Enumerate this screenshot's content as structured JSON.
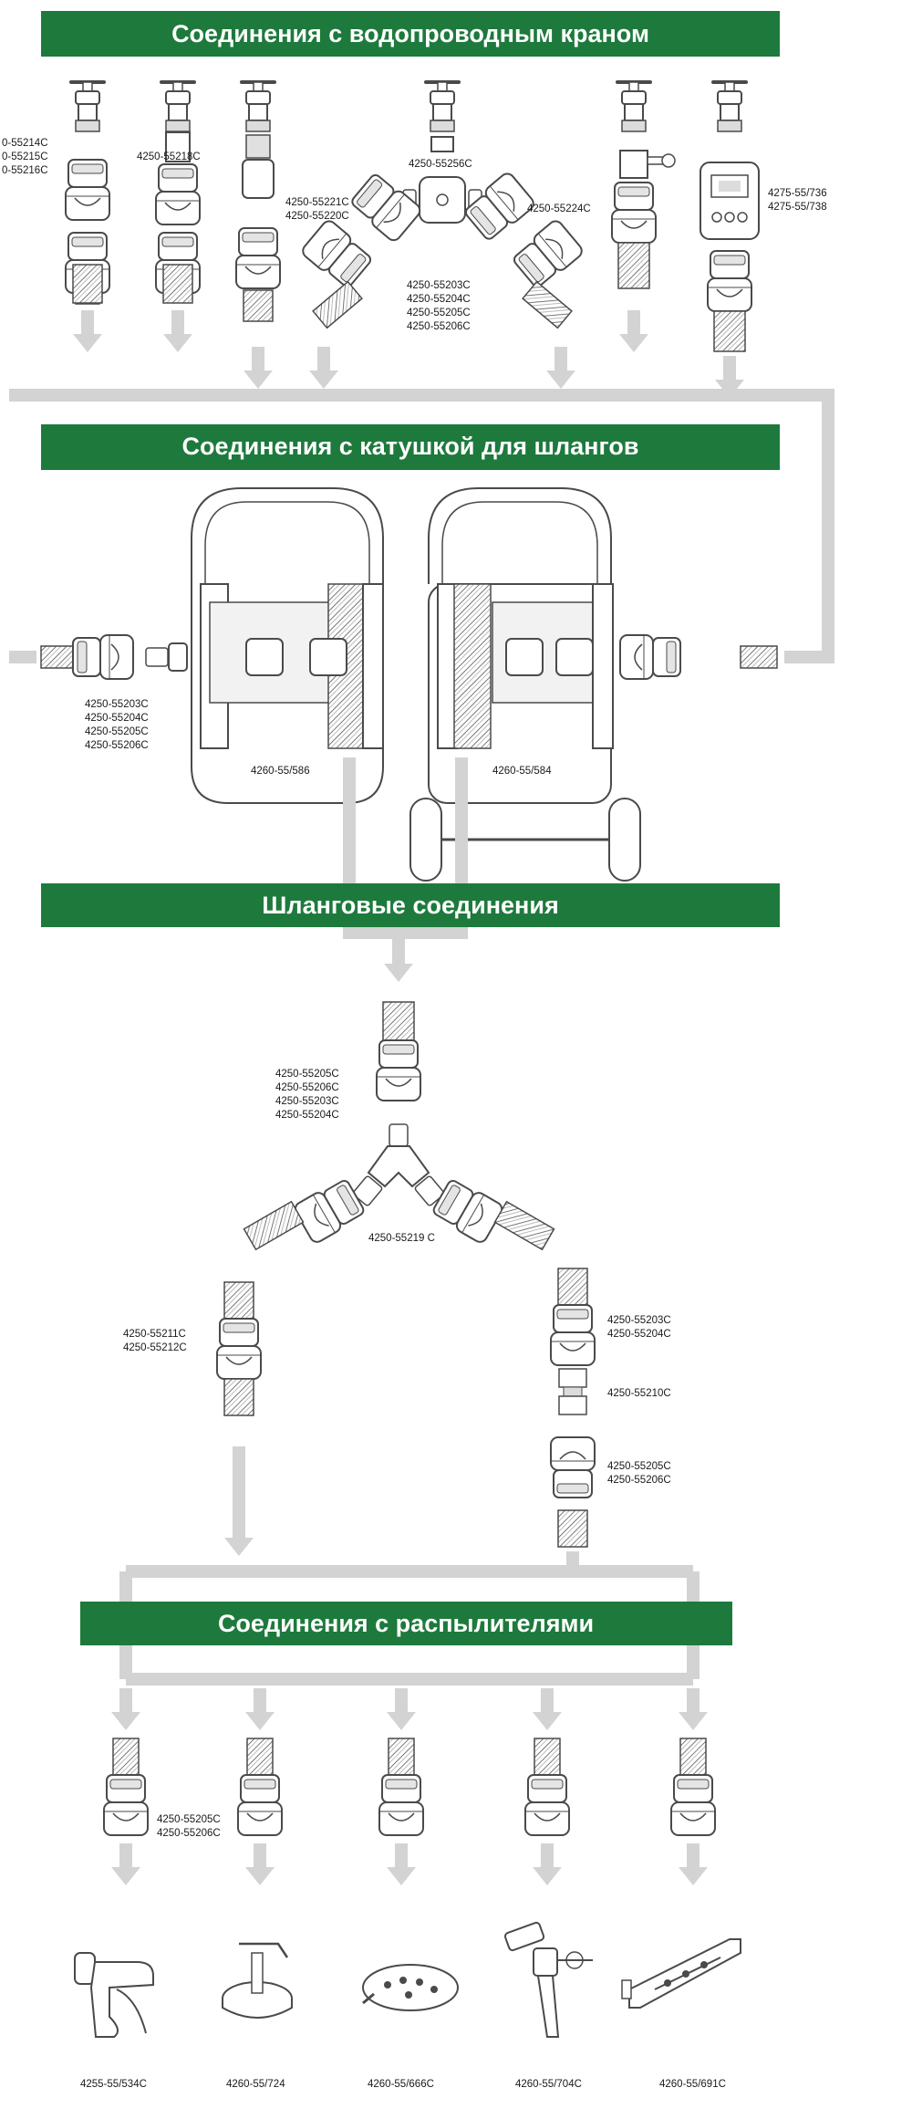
{
  "banners": {
    "tap": "Соединения с водопроводным краном",
    "reel": "Соединения с катушкой для шлангов",
    "hose": "Шланговые соединения",
    "spray": "Соединения с распылителями"
  },
  "colors": {
    "banner": "#1d7a3c",
    "arrow": "#d3d3d3",
    "outline": "#4a4a4a"
  },
  "tap_labels": {
    "a1": "0-55214C",
    "a2": "0-55215C",
    "a3": "0-55216C",
    "b": "4250-55218C",
    "c1": "4250-55221C",
    "c2": "4250-55220C",
    "d": "4250-55256C",
    "e1": "4250-55203C",
    "e2": "4250-55204C",
    "e3": "4250-55205C",
    "e4": "4250-55206C",
    "f": "4250-55224C",
    "g1": "4275-55/736",
    "g2": "4275-55/738"
  },
  "reel_labels": {
    "c1": "4250-55203C",
    "c2": "4250-55204C",
    "c3": "4250-55205C",
    "c4": "4250-55206C",
    "reel1": "4260-55/586",
    "reel2": "4260-55/584"
  },
  "hose_labels": {
    "t1": "4250-55205C",
    "t2": "4250-55206C",
    "t3": "4250-55203C",
    "t4": "4250-55204C",
    "y": "4250-55219 C",
    "l1": "4250-55211C",
    "l2": "4250-55212C",
    "r1": "4250-55203C",
    "r2": "4250-55204C",
    "r3": "4250-55210C",
    "r4": "4250-55205C",
    "r5": "4250-55206C"
  },
  "spray_labels": {
    "c1": "4250-55205C",
    "c2": "4250-55206C",
    "p1": "4255-55/534C",
    "p2": "4260-55/724",
    "p3": "4260-55/666C",
    "p4": "4260-55/704C",
    "p5": "4260-55/691C"
  },
  "icons": [
    "faucet-icon",
    "connector-icon",
    "hose-reel-icon",
    "spray-gun-icon",
    "sprinkler-icon",
    "oscillating-sprinkler-icon",
    "timer-icon"
  ]
}
